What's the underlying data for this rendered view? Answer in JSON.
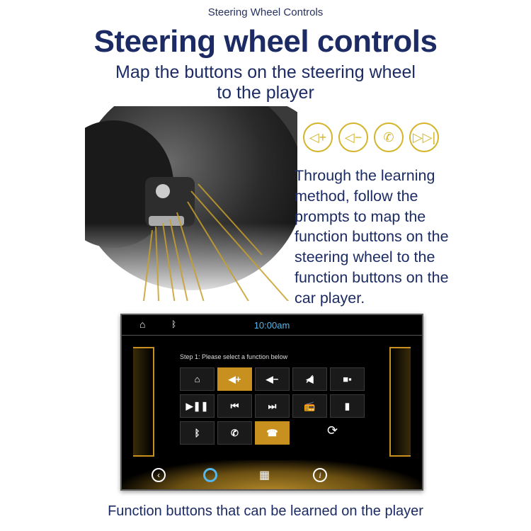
{
  "header": {
    "top_label": "Steering Wheel Controls",
    "title": "Steering wheel controls",
    "subtitle_lines": [
      "Map the buttons on the steering wheel",
      "to the player"
    ]
  },
  "feature_icons": [
    "volume-up-icon",
    "volume-down-icon",
    "phone-icon",
    "fast-forward-icon"
  ],
  "accent_color": "#d4b52a",
  "description": "Through the learning method, follow the prompts to map the function buttons on the steering wheel to the function buttons on the car player.",
  "screen": {
    "time": "10:00am",
    "instruction": "Step 1: Please select a function below",
    "buttons": [
      {
        "icon": "home-icon",
        "glyph": "⌂",
        "selected": false
      },
      {
        "icon": "volume-up-icon",
        "glyph": "◀+",
        "selected": true
      },
      {
        "icon": "volume-down-icon",
        "glyph": "◀−",
        "selected": false
      },
      {
        "icon": "mute-icon",
        "glyph": "◀̸",
        "selected": false
      },
      {
        "icon": "mode-icon",
        "glyph": "■▪",
        "selected": false
      },
      {
        "icon": "play-pause-icon",
        "glyph": "▶❚❚",
        "selected": false
      },
      {
        "icon": "previous-icon",
        "glyph": "⏮",
        "selected": false
      },
      {
        "icon": "next-icon",
        "glyph": "⏭",
        "selected": false
      },
      {
        "icon": "radio-icon",
        "glyph": "📻",
        "selected": false
      },
      {
        "icon": "usb-icon",
        "glyph": "▮",
        "selected": false
      },
      {
        "icon": "bluetooth-icon",
        "glyph": "ᛒ",
        "selected": false
      },
      {
        "icon": "phone-answer-icon",
        "glyph": "✆",
        "selected": false
      },
      {
        "icon": "phone-hangup-icon",
        "glyph": "☎",
        "selected": true
      }
    ],
    "selected_color": "#c8901f",
    "time_color": "#55b6ea"
  },
  "caption": "Function buttons that can be learned on the player"
}
